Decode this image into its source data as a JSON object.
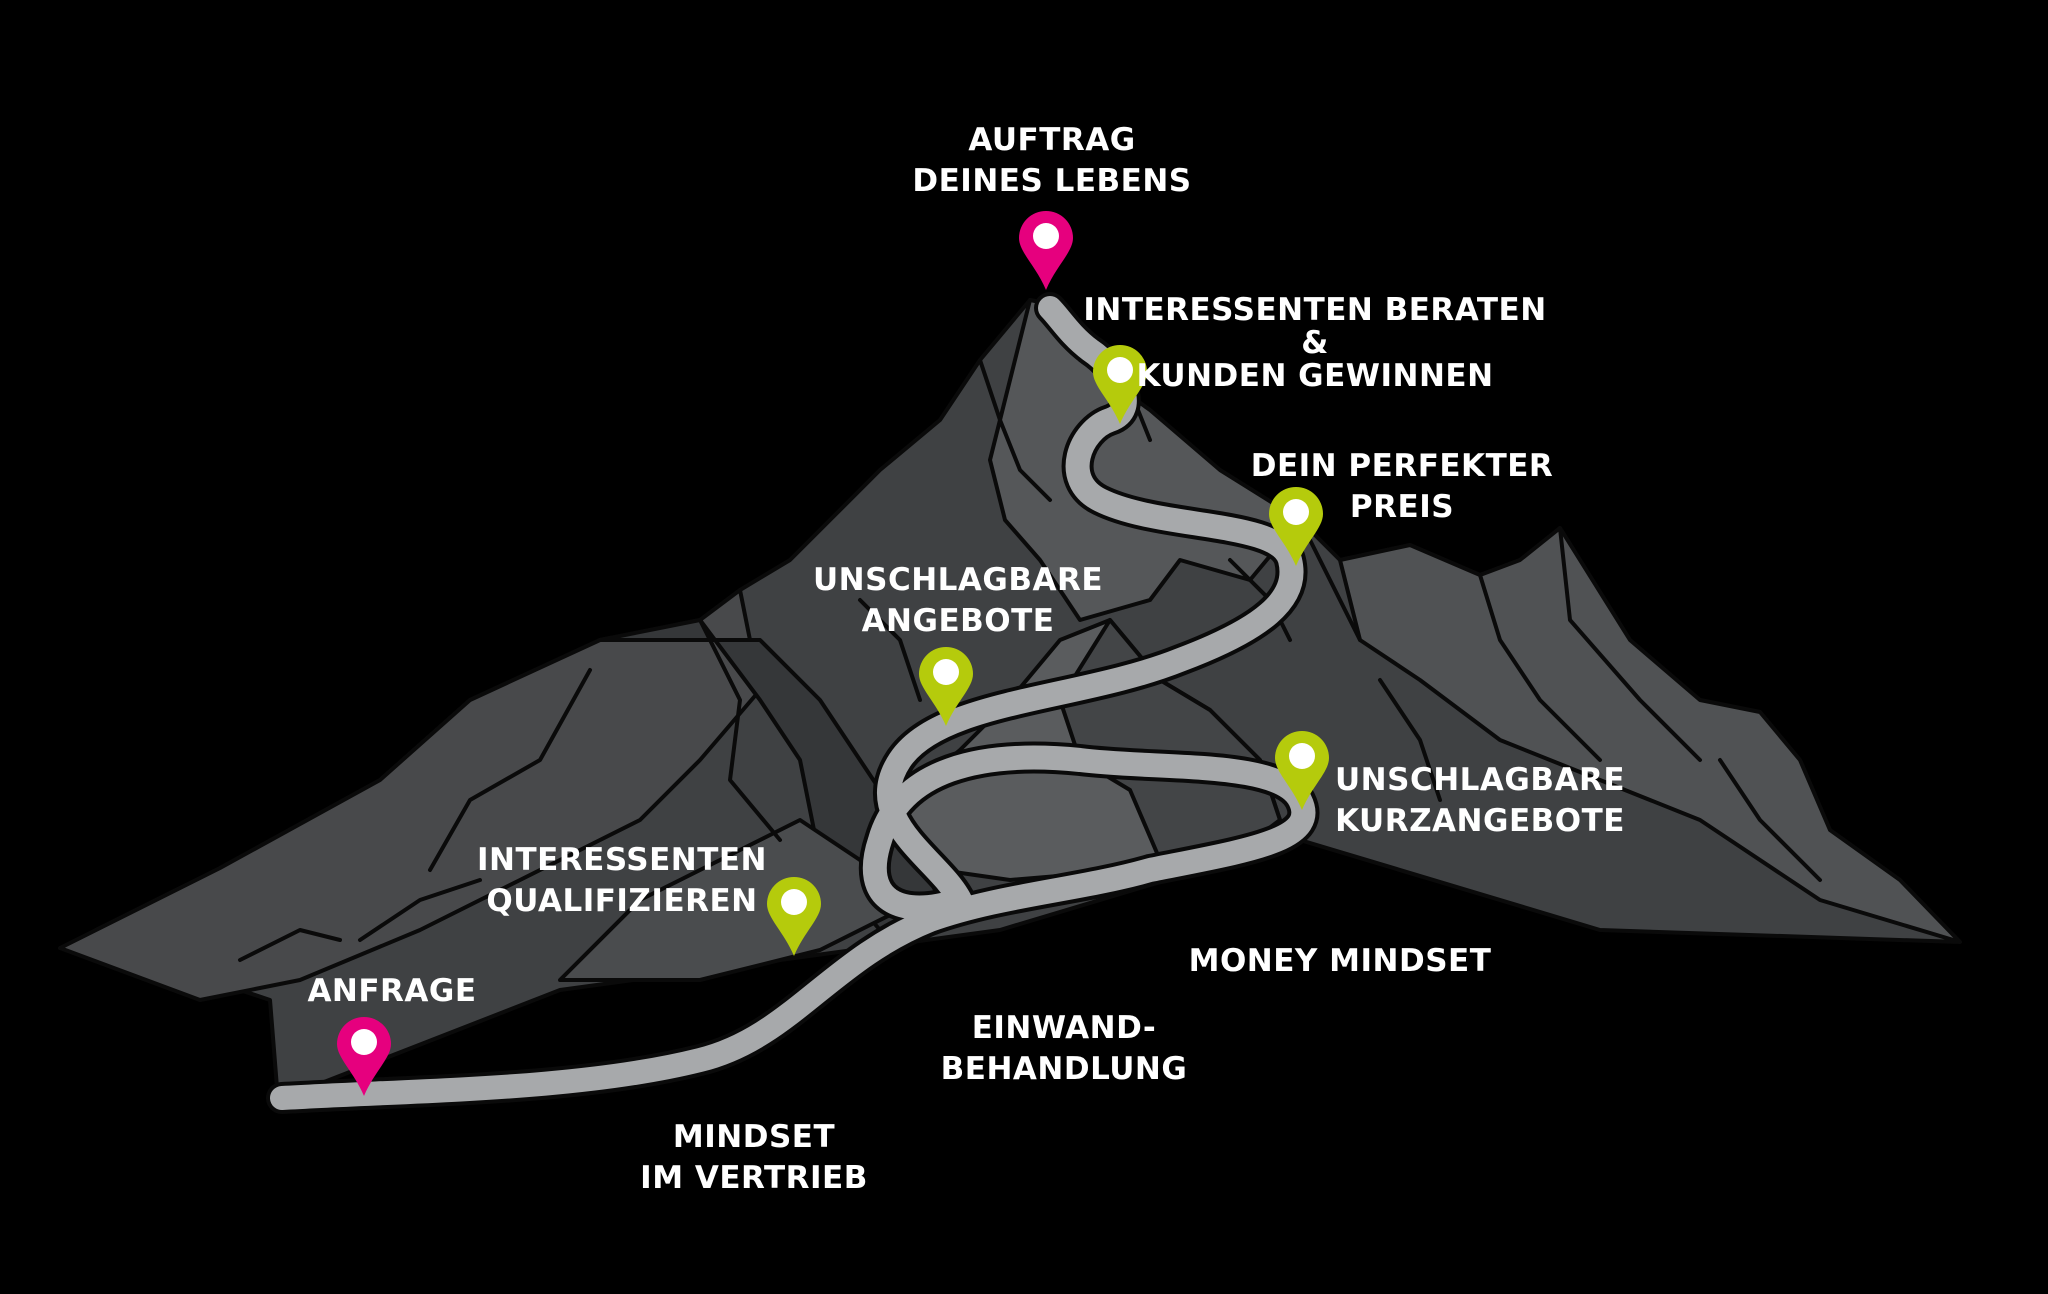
{
  "colors": {
    "background": "#000000",
    "mountain_dark": "#3a3c3e",
    "mountain_mid": "#4b4d4f",
    "mountain_light": "#5a5c5e",
    "outline": "#0a0a0a",
    "path": "#a7a9ab",
    "pin_start_end": "#e6007e",
    "pin_milestone": "#b5cb0c"
  },
  "milestones": [
    {
      "id": "summit",
      "lines": [
        "AUFTRAG",
        "DEINES LEBENS"
      ],
      "pin": "magenta",
      "icon": "location-pin-icon"
    },
    {
      "id": "beraten",
      "lines": [
        "INTERESSENTEN BERATEN",
        "&",
        "KUNDEN GEWINNEN"
      ],
      "pin": "lime",
      "icon": "location-pin-icon"
    },
    {
      "id": "preis",
      "lines": [
        "DEIN PERFEKTER",
        "PREIS"
      ],
      "pin": "lime",
      "icon": "location-pin-icon"
    },
    {
      "id": "angebote",
      "lines": [
        "UNSCHLAGBARE",
        "ANGEBOTE"
      ],
      "pin": "lime",
      "icon": "location-pin-icon"
    },
    {
      "id": "kurzangebote",
      "lines": [
        "UNSCHLAGBARE",
        "KURZANGEBOTE"
      ],
      "pin": "lime",
      "icon": "location-pin-icon"
    },
    {
      "id": "qualifizieren",
      "lines": [
        "INTERESSENTEN",
        "QUALIFIZIEREN"
      ],
      "pin": "lime",
      "icon": "location-pin-icon"
    },
    {
      "id": "anfrage",
      "lines": [
        "ANFRAGE"
      ],
      "pin": "magenta",
      "icon": "location-pin-icon"
    }
  ],
  "foundations": [
    {
      "id": "money",
      "lines": [
        "MONEY MINDSET"
      ]
    },
    {
      "id": "einwand",
      "lines": [
        "EINWAND-",
        "BEHANDLUNG"
      ]
    },
    {
      "id": "vertrieb",
      "lines": [
        "MINDSET",
        "IM VERTRIEB"
      ]
    }
  ]
}
